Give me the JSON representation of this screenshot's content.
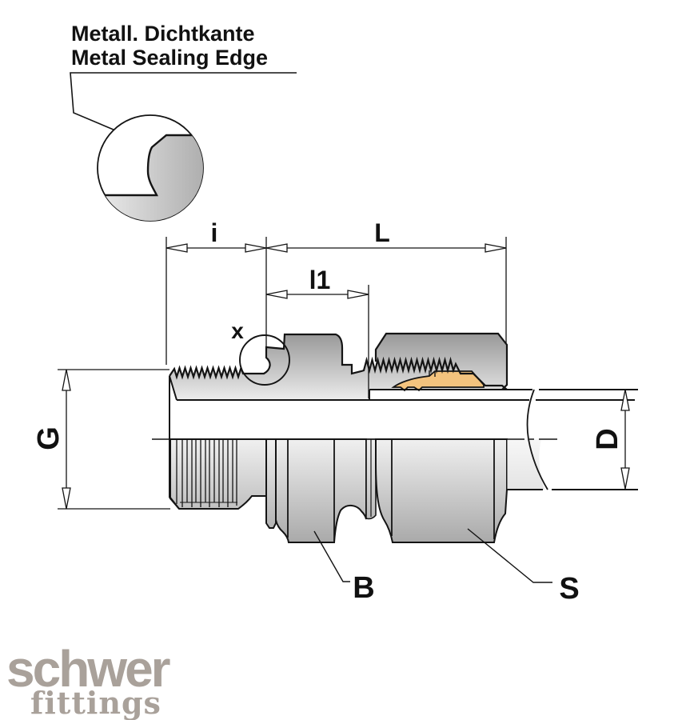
{
  "annotation": {
    "line1": "Metall. Dichtkante",
    "line2": "Metal Sealing Edge"
  },
  "dimensions": {
    "i": "i",
    "L": "L",
    "l1": "l1",
    "x": "x",
    "G": "G",
    "D": "D",
    "B": "B",
    "S": "S"
  },
  "logo": {
    "name": "schwer",
    "sub": "fittings",
    "color": "#a9a19a"
  },
  "colors": {
    "line": "#141414",
    "ferrule": "#f3c37e",
    "section_dark": "#989898",
    "section_light": "#ededed",
    "body_dark": "#a6a6a6",
    "body_light": "#efefef"
  }
}
